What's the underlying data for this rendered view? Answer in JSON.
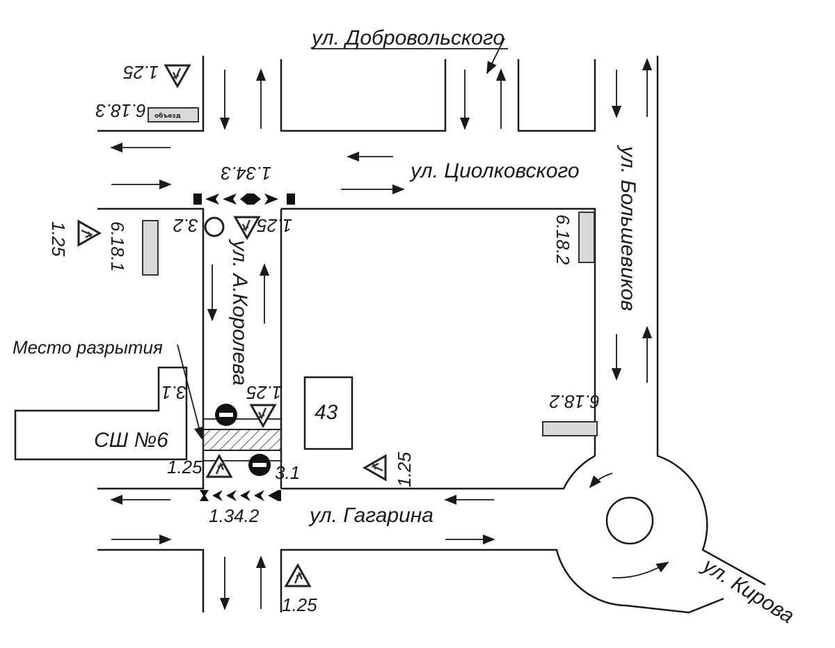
{
  "streets": {
    "dobrovolskogo": "ул. Добровольского",
    "tsiolkovskogo": "ул. Циолковского",
    "bolshevikov": "ул. Большевиков",
    "korolev": "ул. А.Королева",
    "gagarina": "ул. Гагарина",
    "kirova": "ул. Кирова"
  },
  "buildings": {
    "school": "СШ №6",
    "house": "43"
  },
  "excavation_label": "Место разрытия",
  "signs": {
    "s125_topleft": "1.25",
    "s6183": "6.18.3",
    "s1343": "1.34.3",
    "s32": "3.2",
    "s125_korolev_top": "1.25",
    "s6181": "6.18.1",
    "s125_left": "1.25",
    "s6182_right": "6.18.2",
    "s31_top": "3.1",
    "s125_excav_top": "1.25",
    "s125_excav_bottom": "1.25",
    "s31_bottom": "3.1",
    "s125_gagarina": "1.25",
    "s1342": "1.34.2",
    "s6182_lower": "6.18.2",
    "s125_bottom": "1.25",
    "detour_plate": "объезд"
  },
  "colors": {
    "ink": "#1a1a1a",
    "plate": "#d9d9d9",
    "paper": "#ffffff"
  }
}
